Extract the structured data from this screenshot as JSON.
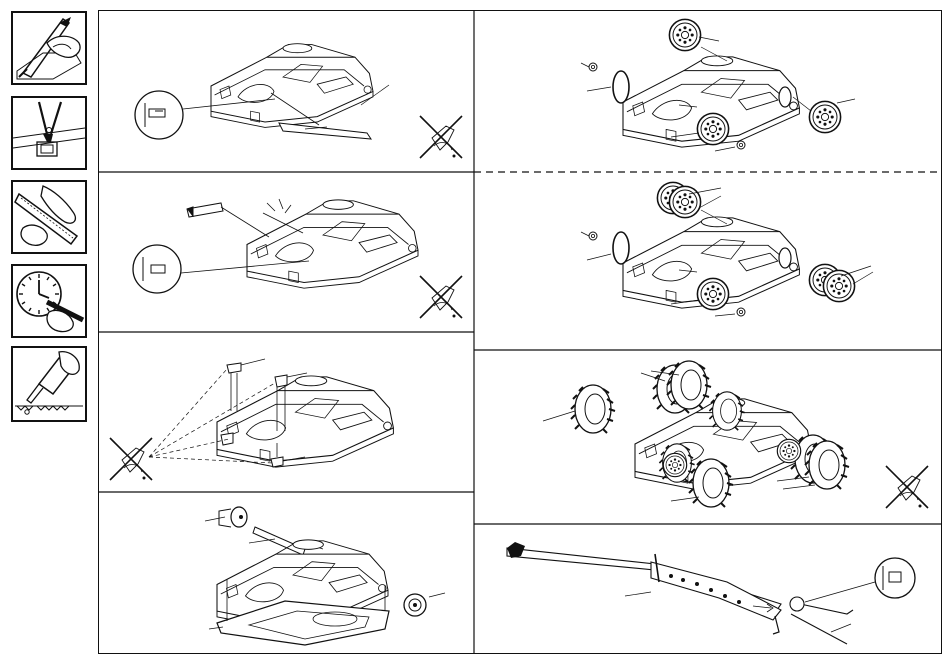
{
  "document": {
    "title": "",
    "step_count": 8,
    "note": ""
  },
  "sidebar": {
    "icons": [
      {
        "name": "hobby-knife-icon"
      },
      {
        "name": "side-cutter-icon"
      },
      {
        "name": "sanding-file-icon"
      },
      {
        "name": "clock-dry-time-icon"
      },
      {
        "name": "glue-bottle-icon"
      }
    ]
  },
  "left_column": {
    "panels": [
      {
        "name": "step-panel-1",
        "illustration": "chassis-attach-part",
        "has_no_cement_mark": true
      },
      {
        "name": "step-panel-2",
        "illustration": "chassis-attach-clip",
        "has_no_cement_mark": true
      },
      {
        "name": "step-panel-3",
        "illustration": "chassis-attach-brackets",
        "has_no_cement_mark": true
      },
      {
        "name": "step-panel-4",
        "illustration": "chassis-axle-and-base-plate",
        "has_no_cement_mark": false
      }
    ]
  },
  "right_column": {
    "panels": [
      {
        "name": "step-panel-5",
        "illustration": "single-wheel-hubs",
        "has_no_cement_mark": false
      },
      {
        "name": "step-panel-6",
        "illustration": "dual-wheel-hubs",
        "has_no_cement_mark": false
      },
      {
        "name": "step-panel-7",
        "illustration": "tires-mounted",
        "has_no_cement_mark": true
      },
      {
        "name": "step-panel-8",
        "illustration": "tow-bar-assembly",
        "has_no_cement_mark": false
      }
    ]
  },
  "colors": {
    "line": "#111111",
    "background": "#ffffff"
  }
}
